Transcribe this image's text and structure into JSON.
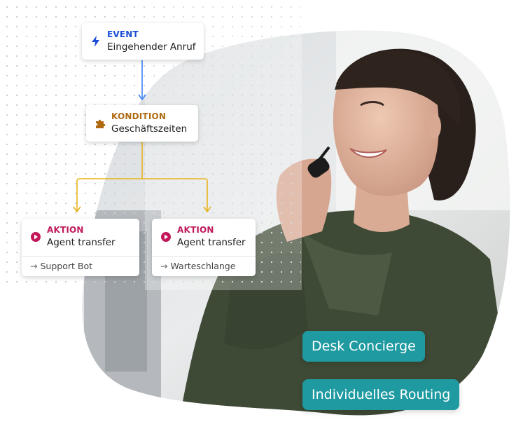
{
  "colors": {
    "event": "#1c4fd8",
    "condition": "#b06b12",
    "action": "#c2185b",
    "flow_blue": "#3b82f6",
    "flow_gold": "#e7b31c",
    "pill_teal": "#1f9aa1"
  },
  "flow": {
    "event": {
      "kind": "EVENT",
      "title": "Eingehender Anruf",
      "icon": "lightning-icon"
    },
    "condition": {
      "kind": "KONDITION",
      "title": "Geschäftszeiten",
      "icon": "puzzle-icon"
    },
    "actions": [
      {
        "kind": "AKTION",
        "title": "Agent transfer",
        "target": "Support Bot",
        "icon": "play-circle-icon"
      },
      {
        "kind": "AKTION",
        "title": "Agent transfer",
        "target": "Warteschlange",
        "icon": "play-circle-icon"
      }
    ]
  },
  "badges": [
    "Desk Concierge",
    "Individuelles Routing"
  ]
}
